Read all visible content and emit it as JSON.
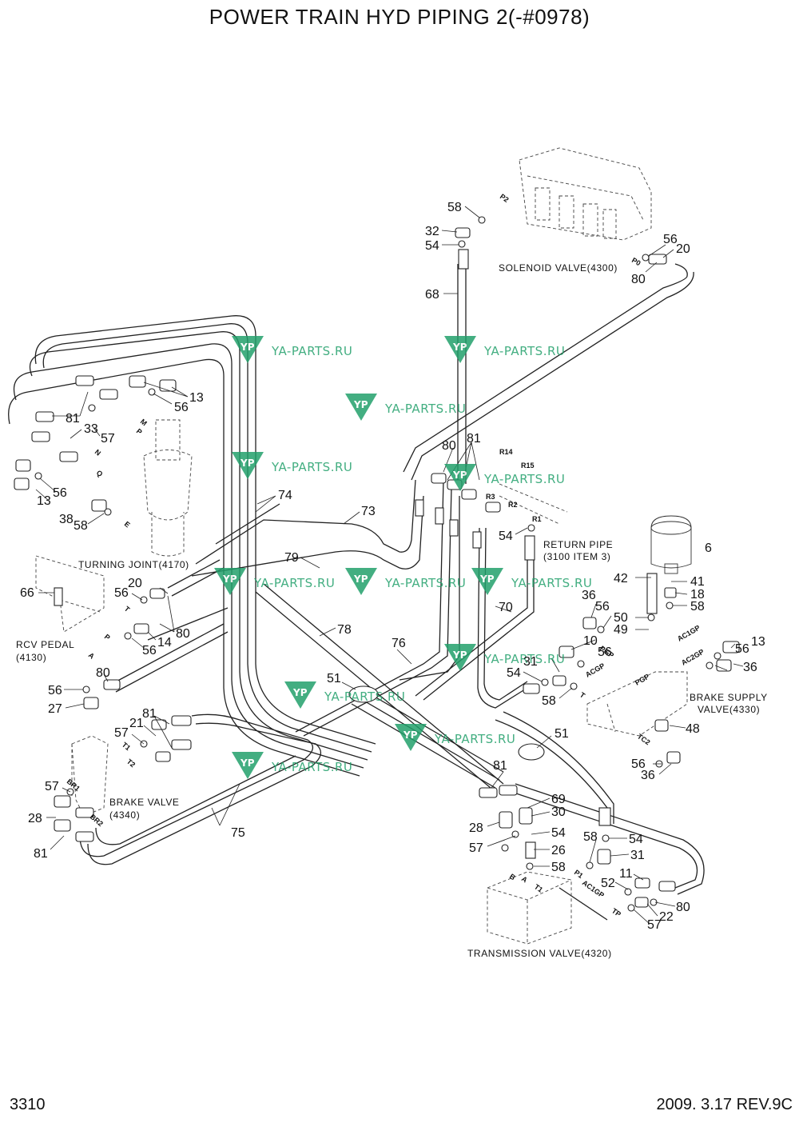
{
  "title": "POWER TRAIN HYD PIPING 2(-#0978)",
  "page_number": "3310",
  "revision": "2009. 3.17  REV.9C",
  "watermark": {
    "text": "YA-PARTS.RU",
    "logo": "YP",
    "color": "#22a06b"
  },
  "captions": {
    "solenoid_valve": "SOLENOID VALVE(4300)",
    "turning_joint": "TURNING JOINT(4170)",
    "rcv_pedal_1": "RCV PEDAL",
    "rcv_pedal_2": "(4130)",
    "return_pipe_1": "RETURN PIPE",
    "return_pipe_2": "(3100 ITEM 3)",
    "brake_supply_1": "BRAKE SUPPLY",
    "brake_supply_2": "VALVE(4330)",
    "brake_valve_1": "BRAKE VALVE",
    "brake_valve_2": "(4340)",
    "transmission_valve": "TRANSMISSION VALVE(4320)"
  },
  "part_numbers": [
    "58",
    "32",
    "54",
    "68",
    "56",
    "20",
    "80",
    "13",
    "56",
    "81",
    "33",
    "57",
    "56",
    "13",
    "38",
    "58",
    "74",
    "73",
    "79",
    "66",
    "56",
    "20",
    "80",
    "14",
    "56",
    "80",
    "56",
    "27",
    "80",
    "81",
    "R14",
    "R15",
    "R3",
    "R2",
    "R1",
    "54",
    "6",
    "42",
    "41",
    "18",
    "58",
    "36",
    "56",
    "50",
    "49",
    "10",
    "56",
    "13",
    "56",
    "36",
    "31",
    "54",
    "58",
    "78",
    "76",
    "70",
    "51",
    "81",
    "21",
    "57",
    "28",
    "57",
    "81",
    "75",
    "48",
    "56",
    "36",
    "51",
    "81",
    "69",
    "30",
    "28",
    "54",
    "57",
    "26",
    "58",
    "58",
    "54",
    "31",
    "11",
    "52",
    "80",
    "22",
    "57"
  ],
  "ports": [
    "P2",
    "P0",
    "M",
    "P",
    "N",
    "Q",
    "E",
    "T",
    "P",
    "A",
    "PGP",
    "AC1GP",
    "AC2GP",
    "ACGP",
    "PGP",
    "T",
    "TC2",
    "BR1",
    "BR2",
    "T1",
    "T2",
    "P1",
    "A",
    "B",
    "T1",
    "AC1GP",
    "TP"
  ]
}
